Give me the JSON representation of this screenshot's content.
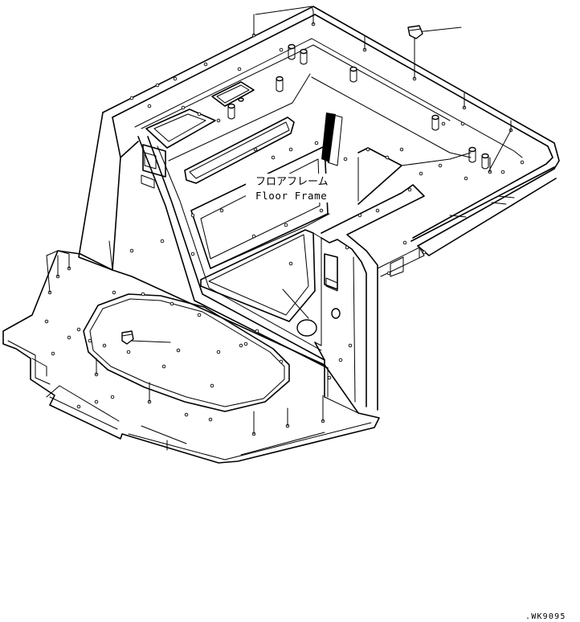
{
  "diagram": {
    "part_label_jp": "フロアフレーム",
    "part_label_en": "Floor Frame",
    "drawing_code": ".WK9095"
  }
}
